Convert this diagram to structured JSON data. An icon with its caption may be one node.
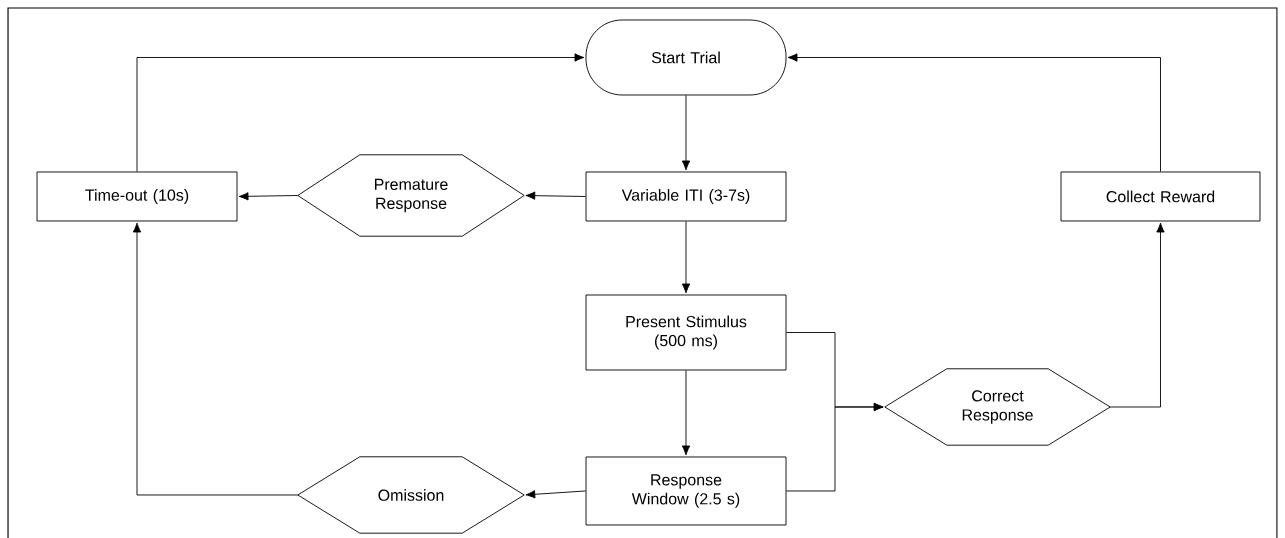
{
  "diagram": {
    "nodes": [
      {
        "text": [
          "Start Trial"
        ]
      },
      {
        "text": [
          "Time-out (10s)"
        ]
      },
      {
        "text": [
          "Premature Response"
        ]
      },
      {
        "text": [
          "Variable ITI (3-7s)"
        ]
      },
      {
        "text": [
          "Collect Reward"
        ]
      },
      {
        "text": [
          "Present Stimulus (500 ms)"
        ]
      },
      {
        "text": [
          "Correct Response"
        ]
      },
      {
        "text": [
          "Response Window (2.5 s)"
        ]
      },
      {
        "text": [
          "Omission"
        ]
      }
    ],
    "edges": [
      {
        "from": 0,
        "to": 3,
        "arrow": "to"
      },
      {
        "from": 3,
        "to": 2,
        "arrow": "to"
      },
      {
        "from": 2,
        "to": 1,
        "arrow": "to"
      },
      {
        "from": 1,
        "to": 0,
        "arrow": "to"
      },
      {
        "from": 3,
        "to": 5,
        "arrow": "to"
      },
      {
        "from": 5,
        "to": 7,
        "arrow": "to"
      },
      {
        "from": 7,
        "to": 8,
        "arrow": "to"
      },
      {
        "from": 8,
        "to": 1,
        "arrow": "to"
      },
      {
        "from": 5,
        "to": 6,
        "arrow": "to"
      },
      {
        "from": 7,
        "to": 6,
        "arrow": "to"
      },
      {
        "from": 6,
        "to": 4,
        "arrow": "to"
      },
      {
        "from": 4,
        "to": 0,
        "arrow": "to"
      }
    ]
  }
}
